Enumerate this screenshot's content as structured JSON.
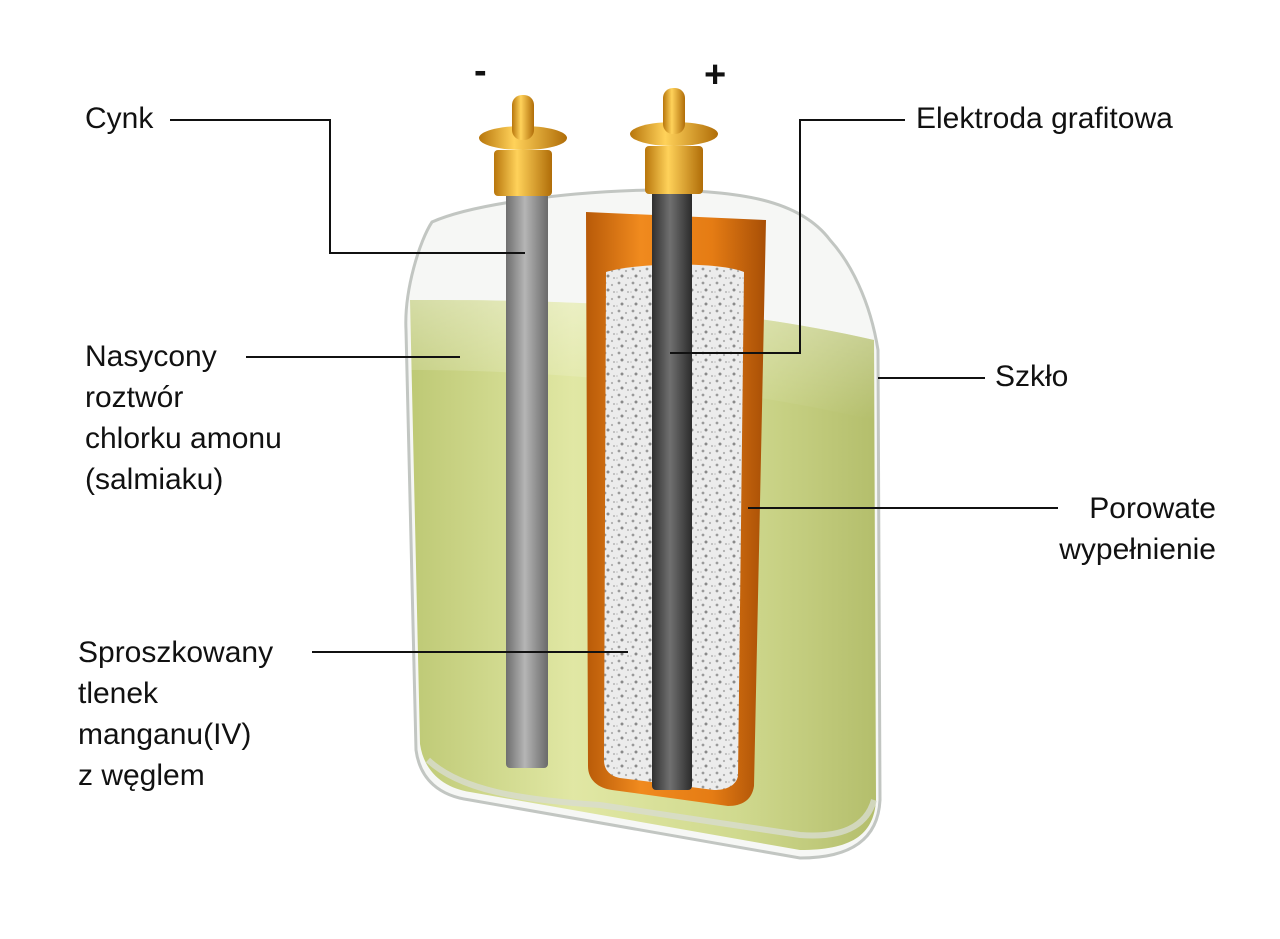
{
  "terminals": {
    "negative": "-",
    "positive": "+"
  },
  "labels": {
    "zinc": [
      "Cynk"
    ],
    "graphite_electrode": [
      "Elektroda grafitowa"
    ],
    "ammonium_chloride_solution": [
      "Nasycony",
      "roztwór",
      "chlorku amonu",
      "(salmiaku)"
    ],
    "glass": [
      "Szkło"
    ],
    "porous_filling": [
      "Porowate",
      "wypełnienie"
    ],
    "manganese_dioxide_carbon": [
      "Sproszkowany",
      "tlenek",
      "manganu(IV)",
      "z węglem"
    ]
  },
  "colors": {
    "solution": "#cfd98a",
    "glass_edge": "#c9ccc8",
    "zinc_rod": "#8f8f8f",
    "graphite_rod": "#4a4a4a",
    "porous_pot": "#e07a14",
    "brass_cap": "#e3a22a",
    "powder": "#e8e8e8",
    "leader_line": "#111111"
  }
}
